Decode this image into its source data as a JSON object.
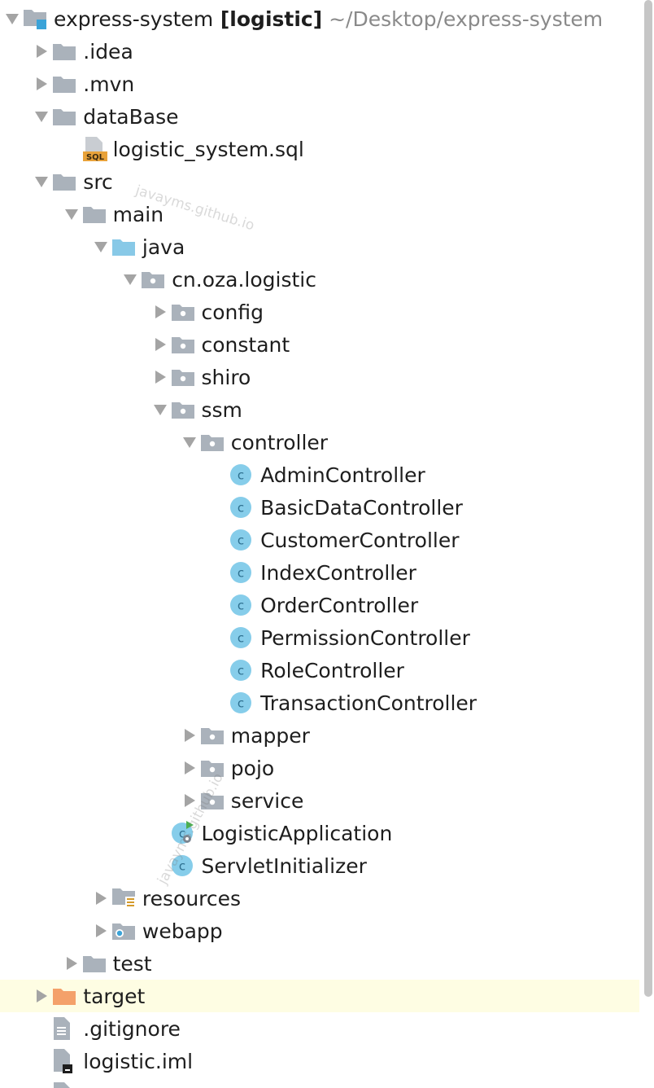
{
  "tree": [
    {
      "label": "express-system",
      "suffix": "[logistic]",
      "path": "~/Desktop/express-system",
      "depth": 0,
      "arrow": "down",
      "icon": "module-folder"
    },
    {
      "label": ".idea",
      "depth": 1,
      "arrow": "right",
      "icon": "folder"
    },
    {
      "label": ".mvn",
      "depth": 1,
      "arrow": "right",
      "icon": "folder"
    },
    {
      "label": "dataBase",
      "depth": 1,
      "arrow": "down",
      "icon": "folder"
    },
    {
      "label": "logistic_system.sql",
      "depth": 2,
      "arrow": "none",
      "icon": "sql-file"
    },
    {
      "label": "src",
      "depth": 1,
      "arrow": "down",
      "icon": "folder"
    },
    {
      "label": "main",
      "depth": 2,
      "arrow": "down",
      "icon": "folder"
    },
    {
      "label": "java",
      "depth": 3,
      "arrow": "down",
      "icon": "source-folder"
    },
    {
      "label": "cn.oza.logistic",
      "depth": 4,
      "arrow": "down",
      "icon": "package"
    },
    {
      "label": "config",
      "depth": 5,
      "arrow": "right",
      "icon": "package"
    },
    {
      "label": "constant",
      "depth": 5,
      "arrow": "right",
      "icon": "package"
    },
    {
      "label": "shiro",
      "depth": 5,
      "arrow": "right",
      "icon": "package"
    },
    {
      "label": "ssm",
      "depth": 5,
      "arrow": "down",
      "icon": "package"
    },
    {
      "label": "controller",
      "depth": 6,
      "arrow": "down",
      "icon": "package"
    },
    {
      "label": "AdminController",
      "depth": 7,
      "arrow": "none",
      "icon": "class"
    },
    {
      "label": "BasicDataController",
      "depth": 7,
      "arrow": "none",
      "icon": "class"
    },
    {
      "label": "CustomerController",
      "depth": 7,
      "arrow": "none",
      "icon": "class"
    },
    {
      "label": "IndexController",
      "depth": 7,
      "arrow": "none",
      "icon": "class"
    },
    {
      "label": "OrderController",
      "depth": 7,
      "arrow": "none",
      "icon": "class"
    },
    {
      "label": "PermissionController",
      "depth": 7,
      "arrow": "none",
      "icon": "class"
    },
    {
      "label": "RoleController",
      "depth": 7,
      "arrow": "none",
      "icon": "class"
    },
    {
      "label": "TransactionController",
      "depth": 7,
      "arrow": "none",
      "icon": "class"
    },
    {
      "label": "mapper",
      "depth": 6,
      "arrow": "right",
      "icon": "package"
    },
    {
      "label": "pojo",
      "depth": 6,
      "arrow": "right",
      "icon": "package"
    },
    {
      "label": "service",
      "depth": 6,
      "arrow": "right",
      "icon": "package"
    },
    {
      "label": "LogisticApplication",
      "depth": 5,
      "arrow": "none",
      "icon": "run-class"
    },
    {
      "label": "ServletInitializer",
      "depth": 5,
      "arrow": "none",
      "icon": "class"
    },
    {
      "label": "resources",
      "depth": 3,
      "arrow": "right",
      "icon": "resources-folder"
    },
    {
      "label": "webapp",
      "depth": 3,
      "arrow": "right",
      "icon": "web-folder"
    },
    {
      "label": "test",
      "depth": 2,
      "arrow": "right",
      "icon": "folder"
    },
    {
      "label": "target",
      "depth": 1,
      "arrow": "right",
      "icon": "excluded-folder",
      "highlight": true
    },
    {
      "label": ".gitignore",
      "depth": 1,
      "arrow": "none",
      "icon": "text-file"
    },
    {
      "label": "logistic.iml",
      "depth": 1,
      "arrow": "none",
      "icon": "iml-file"
    },
    {
      "label": "",
      "depth": 1,
      "arrow": "none",
      "icon": "generic-file"
    }
  ],
  "watermarks": [
    "javayms.github.io",
    "javayms.github.io"
  ],
  "colors": {
    "folder": "#aab2bb",
    "source_folder": "#88c9e7",
    "class_circle": "#86cdea",
    "class_letter": "#2d6f8f",
    "excluded_folder": "#f4a16a",
    "highlight_row": "#fefde3",
    "arrow": "#a4a4a4",
    "run_badge": "#4caf50",
    "sql_badge": "#e8a23a"
  }
}
